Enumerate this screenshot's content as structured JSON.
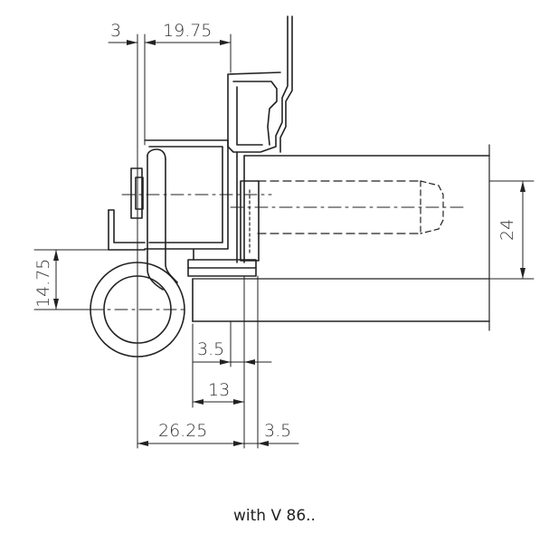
{
  "dimensions": {
    "d1": "3",
    "d2": "19.75",
    "d3": "24",
    "d4": "14.75",
    "d5": "3.5",
    "d6": "13",
    "d7": "26.25",
    "d8": "3.5"
  },
  "caption": "with V 86.."
}
